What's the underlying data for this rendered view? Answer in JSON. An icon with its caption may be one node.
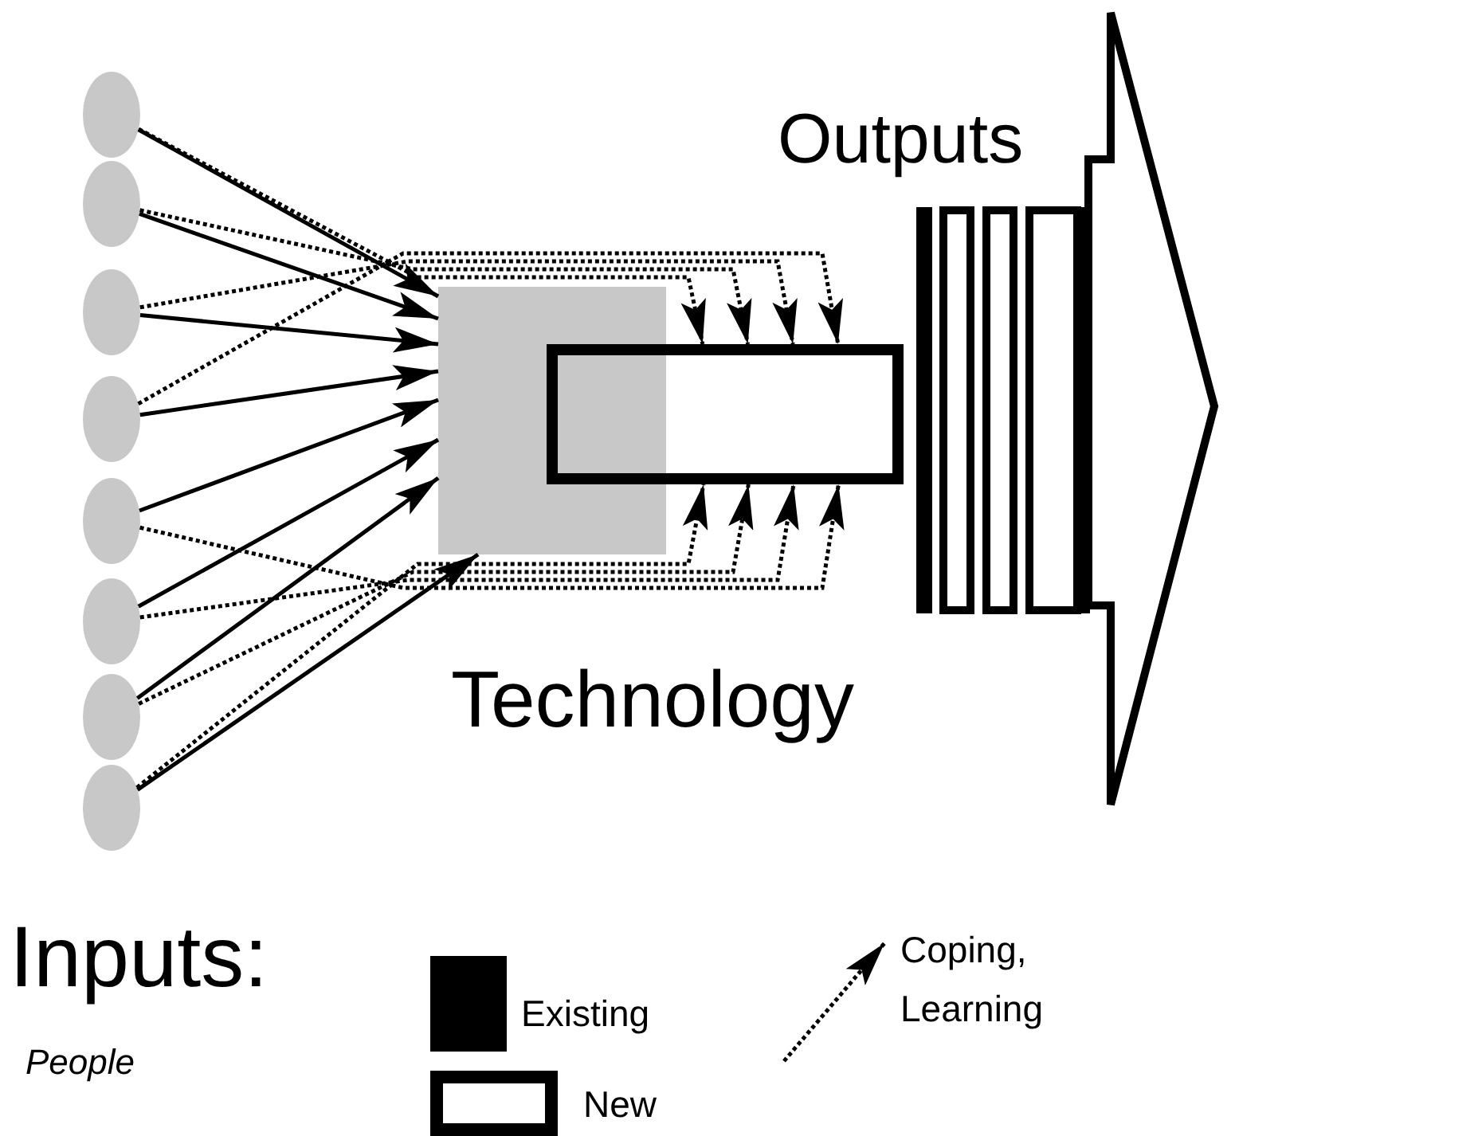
{
  "diagram": {
    "nodes": [
      {
        "text": [],
        "shape": "circle"
      },
      {
        "text": [],
        "shape": "circle"
      },
      {
        "text": [],
        "shape": "circle"
      },
      {
        "text": [],
        "shape": "circle"
      },
      {
        "text": [],
        "shape": "circle"
      },
      {
        "text": [],
        "shape": "circle"
      },
      {
        "text": [],
        "shape": "circle"
      },
      {
        "text": [],
        "shape": "circle"
      },
      {
        "text": [],
        "shape": "box"
      },
      {
        "text": [],
        "shape": "box"
      }
    ],
    "edges": [
      {
        "from": 0,
        "to": 8,
        "arrow": "to"
      },
      {
        "from": 1,
        "to": 8,
        "arrow": "to"
      },
      {
        "from": 2,
        "to": 8,
        "arrow": "to"
      },
      {
        "from": 3,
        "to": 8,
        "arrow": "to"
      },
      {
        "from": 4,
        "to": 8,
        "arrow": "to"
      },
      {
        "from": 5,
        "to": 8,
        "arrow": "to"
      },
      {
        "from": 6,
        "to": 8,
        "arrow": "to"
      },
      {
        "from": 7,
        "to": 8,
        "arrow": "to"
      },
      {
        "from": 0,
        "to": 9,
        "arrow": "to",
        "style": "dashed"
      },
      {
        "from": 1,
        "to": 9,
        "arrow": "to",
        "style": "dashed"
      },
      {
        "from": 2,
        "to": 9,
        "arrow": "to",
        "style": "dashed"
      },
      {
        "from": 3,
        "to": 9,
        "arrow": "to",
        "style": "dashed"
      },
      {
        "from": 4,
        "to": 9,
        "arrow": "to",
        "style": "dashed"
      },
      {
        "from": 5,
        "to": 9,
        "arrow": "to",
        "style": "dashed"
      },
      {
        "from": 6,
        "to": 9,
        "arrow": "to",
        "style": "dashed"
      },
      {
        "from": 7,
        "to": 9,
        "arrow": "to",
        "style": "dashed"
      }
    ],
    "labels": [
      "Outputs",
      "Technology",
      "Inputs:",
      "People"
    ],
    "legend": [
      {
        "text": "Existing",
        "color": "#000000"
      },
      {
        "text": "New"
      },
      {
        "text": "Coping, Learning"
      }
    ]
  }
}
